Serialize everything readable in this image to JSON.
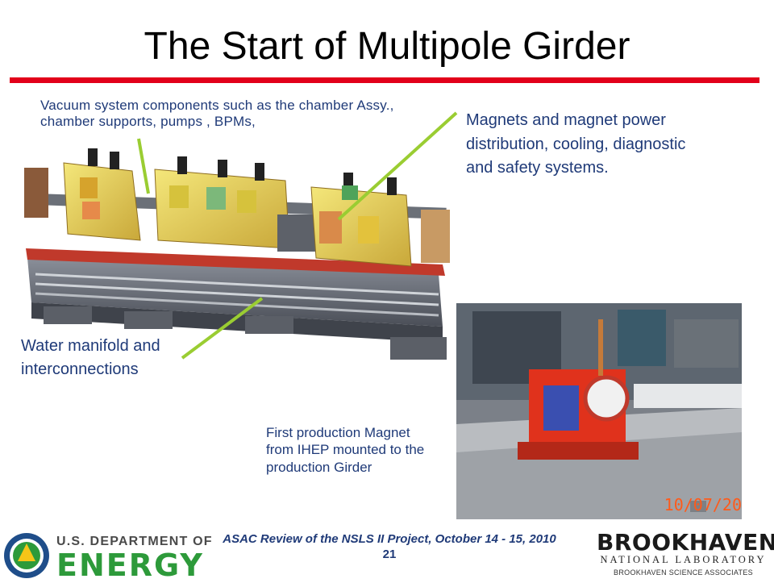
{
  "slide": {
    "title": "The Start of Multipole Girder",
    "accent_color": "#e2001a",
    "callout_color": "#9acd32",
    "text_color": "#1f3a78"
  },
  "callouts": {
    "vacuum": "Vacuum system components such as the chamber Assy., chamber supports, pumps , BPMs,",
    "magnets": "Magnets and magnet power distribution, cooling, diagnostic and safety systems.",
    "water": "Water manifold and interconnections",
    "first_production": "First production Magnet from IHEP mounted to the production Girder"
  },
  "photo": {
    "date_stamp": "10/07/20"
  },
  "footer": {
    "review": "ASAC Review of the NSLS II Project,  October 14 - 15, 2010",
    "page_number": "21"
  },
  "logos": {
    "doe_line1": "U.S. DEPARTMENT OF",
    "doe_line2": "ENERGY",
    "bnl_name": "BROOKHAVEN",
    "bnl_sub": "NATIONAL LABORATORY",
    "bnl_assoc": "BROOKHAVEN SCIENCE ASSOCIATES"
  }
}
